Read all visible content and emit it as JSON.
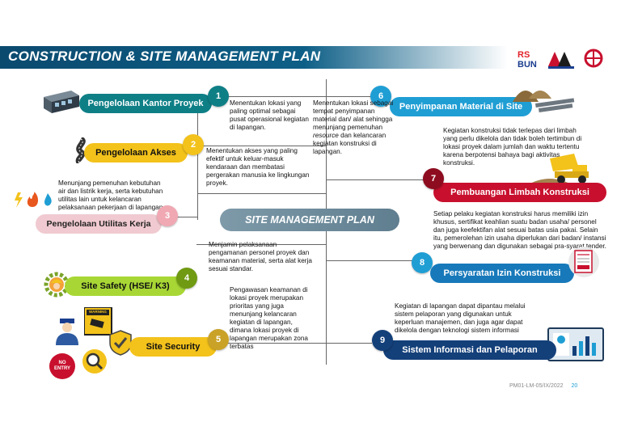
{
  "title": "CONSTRUCTION & SITE MANAGEMENT PLAN",
  "center_label": "SITE MANAGEMENT PLAN",
  "logos": {
    "rs_top": "RS",
    "rs_bottom": "BUN"
  },
  "items": [
    {
      "number": "1",
      "label": "Pengelolaan Kantor Proyek",
      "desc": "Menentukan lokasi yang paling optimal sebagai pusat operasional kegiatan di lapangan."
    },
    {
      "number": "2",
      "label": "Pengelolaan Akses",
      "desc": "Menentukan akses yang paling efektif untuk keluar-masuk kendaraan dan membatasi pergerakan manusia ke lingkungan proyek."
    },
    {
      "number": "3",
      "label": "Pengelolaan Utilitas Kerja",
      "desc": "Menunjang pemenuhan kebutuhan air dan listrik kerja, serta kebutuhan utilitas lain untuk kelancaran pelaksanaan pekerjaan di lapangan"
    },
    {
      "number": "4",
      "label": "Site Safety (HSE/ K3)",
      "desc": "Menjamin pelaksanaan pengamanan personel proyek dan keamanan material, serta alat kerja sesuai standar."
    },
    {
      "number": "5",
      "label": "Site Security",
      "desc": "Pengawasan keamanan di lokasi proyek merupakan prioritas yang juga menunjang kelancaran kegiatan di lapangan, dimana lokasi proyek di lapangan merupakan zona terbatas"
    },
    {
      "number": "6",
      "label": "Penyimpanan Material di Site",
      "desc_a": "Menentukan lokasi sebagai tempat penyimpanan material dan/ alat sehingga menunjang pemenuhan ",
      "desc_italic": "resource",
      "desc_b": " dan kelancaran kegiatan konstruksi di lapangan."
    },
    {
      "number": "7",
      "label": "Pembuangan Limbah Konstruksi",
      "desc": "Kegiatan konstruksi tidak terlepas dari limbah yang perlu dikelola dan tidak boleh tertimbun di lokasi proyek dalam jumlah dan waktu tertentu karena berpotensi bahaya bagi aktivitas konstruksi."
    },
    {
      "number": "8",
      "label": "Persyaratan Izin Konstruksi",
      "desc": "Setiap pelaku kegiatan konstruksi harus memiliki izin khusus, sertifikat keahlian suatu badan usaha/ personel dan juga keefektifan alat sesuai batas usia pakai. Selain itu, pemerolehan izin usaha diperlukan dari badan/ instansi yang berwenang dan digunakan sebagai pra-syarat tender."
    },
    {
      "number": "9",
      "label": "Sistem Informasi dan Pelaporan",
      "desc": "Kegiatan di lapangan dapat dipantau melalui sistem pelaporan yang digunakan untuk keperluan manajemen, dan juga agar dapat dikelola dengan teknologi sistem informasi"
    }
  ],
  "signs": {
    "warning": "WARNING",
    "no_entry_1": "NO",
    "no_entry_2": "ENTRY"
  },
  "footer": {
    "code": "PM01-LM-05/IX/2022",
    "page": "20"
  },
  "colors": {
    "teal": "#0f7f86",
    "yellow": "#f3c21b",
    "pink": "#f0cad0",
    "green": "#a8d735",
    "navy": "#14407a",
    "blue": "#1f9ed4",
    "red": "#c8102e",
    "center": "#6f8c9b",
    "title_bar": "#0b4a6f"
  }
}
